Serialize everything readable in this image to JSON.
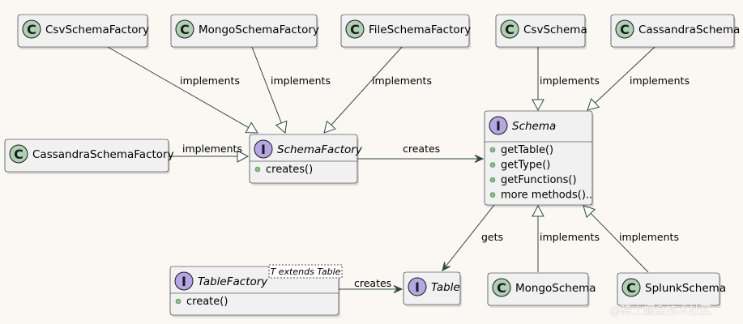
{
  "diagram": {
    "colors": {
      "background": "#FBF8F4",
      "box_fill": "#F1F1F1",
      "box_border": "#181818",
      "edge": "#2E4A3A",
      "class_badge": "#ADD1B2",
      "interface_badge": "#B4A7E5",
      "method_dot": "#84BE84"
    },
    "nodes": {
      "csv_schema_factory": {
        "badge": "C",
        "name": "CsvSchemaFactory"
      },
      "mongo_schema_factory": {
        "badge": "C",
        "name": "MongoSchemaFactory"
      },
      "file_schema_factory": {
        "badge": "C",
        "name": "FileSchemaFactory"
      },
      "csv_schema": {
        "badge": "C",
        "name": "CsvSchema"
      },
      "cassandra_schema": {
        "badge": "C",
        "name": "CassandraSchema"
      },
      "cassandra_schema_factory": {
        "badge": "C",
        "name": "CassandraSchemaFactory"
      },
      "schema_factory": {
        "badge": "I",
        "name": "SchemaFactory",
        "methods": [
          "creates()"
        ]
      },
      "schema": {
        "badge": "I",
        "name": "Schema",
        "methods": [
          "getTable()",
          "getType()",
          "getFunctions()",
          "more methods().."
        ]
      },
      "table_factory": {
        "badge": "I",
        "name": "TableFactory",
        "generic": "T extends Table",
        "methods": [
          "create()"
        ]
      },
      "table": {
        "badge": "I",
        "name": "Table"
      },
      "mongo_schema": {
        "badge": "C",
        "name": "MongoSchema"
      },
      "splunk_schema": {
        "badge": "C",
        "name": "SplunkSchema"
      }
    },
    "edges": {
      "csvsf_impl": "implements",
      "mongosf_impl": "implements",
      "filesf_impl": "implements",
      "csvs_impl": "implements",
      "cassandras_impl": "implements",
      "cassandrasf_impl": "implements",
      "sf_creates": "creates",
      "schema_gets": "gets",
      "mongos_impl": "implements",
      "splunks_impl": "implements",
      "tf_creates": "creates"
    }
  },
  "watermark": "@稀土掘金技术社区"
}
